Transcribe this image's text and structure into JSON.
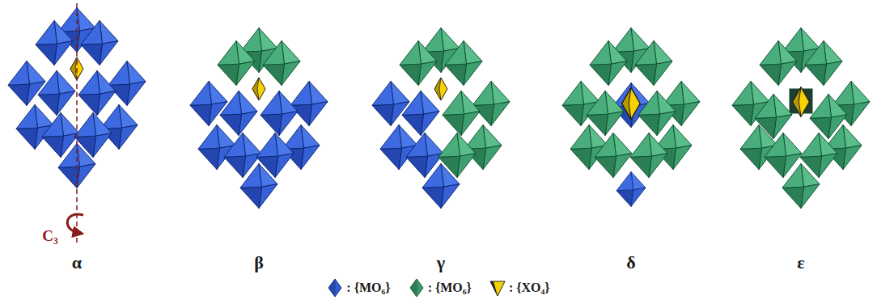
{
  "diagram": {
    "labels": [
      "α",
      "β",
      "γ",
      "δ",
      "ε",
      "C₃"
    ],
    "legend": [
      {
        "text": ": {MO₆}",
        "color": "#2f5cd6"
      },
      {
        "text": ": {MO₆}",
        "color": "#3a9c6c"
      },
      {
        "text": ": {XO₄}",
        "color": "#f6d200"
      }
    ]
  }
}
